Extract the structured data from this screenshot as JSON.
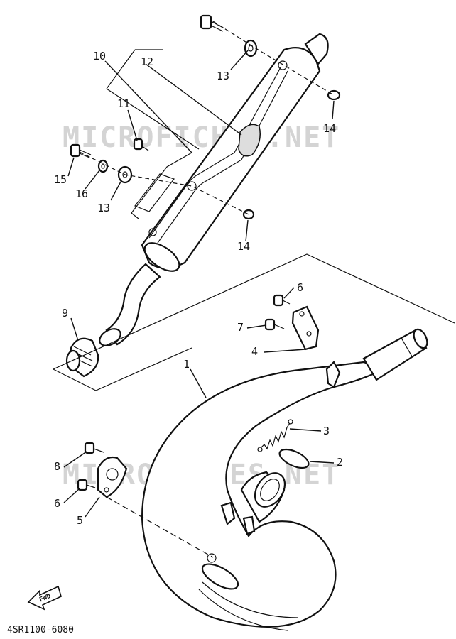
{
  "watermark": {
    "text_top": "MICROFICHES.NET",
    "text_bottom": "MICROFICHES.NET"
  },
  "diagram_code": "4SR1100-6080",
  "fwd_label": "FWD",
  "callouts": [
    {
      "id": "c10",
      "label": "10"
    },
    {
      "id": "c12",
      "label": "12"
    },
    {
      "id": "c11",
      "label": "11"
    },
    {
      "id": "c13a",
      "label": "13"
    },
    {
      "id": "c14a",
      "label": "14"
    },
    {
      "id": "c15",
      "label": "15"
    },
    {
      "id": "c16",
      "label": "16"
    },
    {
      "id": "c13b",
      "label": "13"
    },
    {
      "id": "c14b",
      "label": "14"
    },
    {
      "id": "c9",
      "label": "9"
    },
    {
      "id": "c6a",
      "label": "6"
    },
    {
      "id": "c7",
      "label": "7"
    },
    {
      "id": "c4",
      "label": "4"
    },
    {
      "id": "c1",
      "label": "1"
    },
    {
      "id": "c3",
      "label": "3"
    },
    {
      "id": "c2",
      "label": "2"
    },
    {
      "id": "c8",
      "label": "8"
    },
    {
      "id": "c6b",
      "label": "6"
    },
    {
      "id": "c5",
      "label": "5"
    }
  ]
}
